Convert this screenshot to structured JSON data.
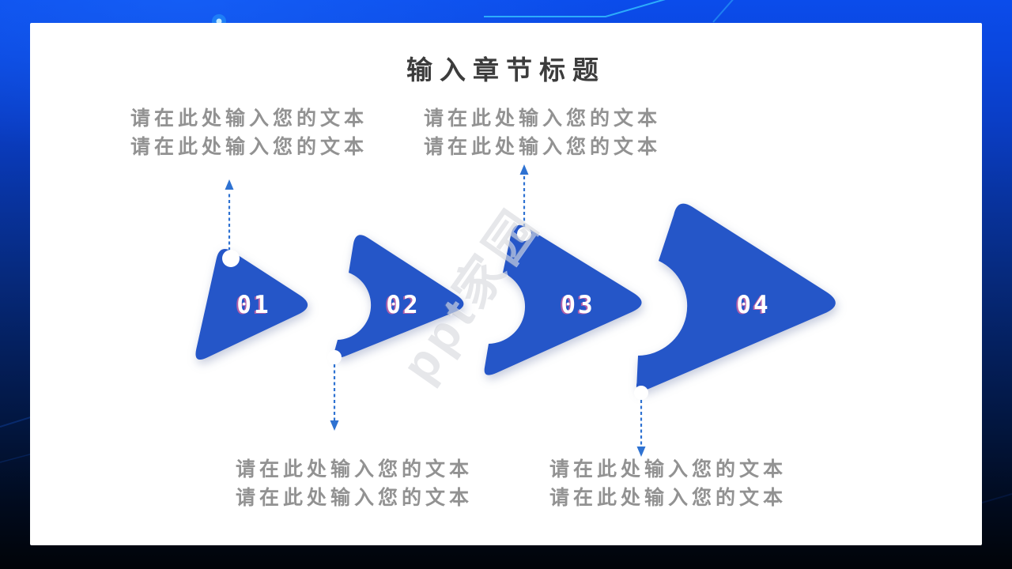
{
  "slide": {
    "title": "输入章节标题",
    "watermark": "ppt家园",
    "steps": [
      {
        "number": "01",
        "lines": [
          "请在此处输入您的文本",
          "请在此处输入您的文本"
        ]
      },
      {
        "number": "02",
        "lines": [
          "请在此处输入您的文本",
          "请在此处输入您的文本"
        ]
      },
      {
        "number": "03",
        "lines": [
          "请在此处输入您的文本",
          "请在此处输入您的文本"
        ]
      },
      {
        "number": "04",
        "lines": [
          "请在此处输入您的文本",
          "请在此处输入您的文本"
        ]
      }
    ],
    "colors": {
      "shape_blue": "#2556c8",
      "connector_blue": "#2e72d2",
      "background_top": "#0b4ceb",
      "background_bottom": "#010408",
      "accent_cyan": "#35c4ff",
      "title_text": "#3c3c3c",
      "placeholder_text": "#929292",
      "number_text": "#ffffff"
    }
  }
}
